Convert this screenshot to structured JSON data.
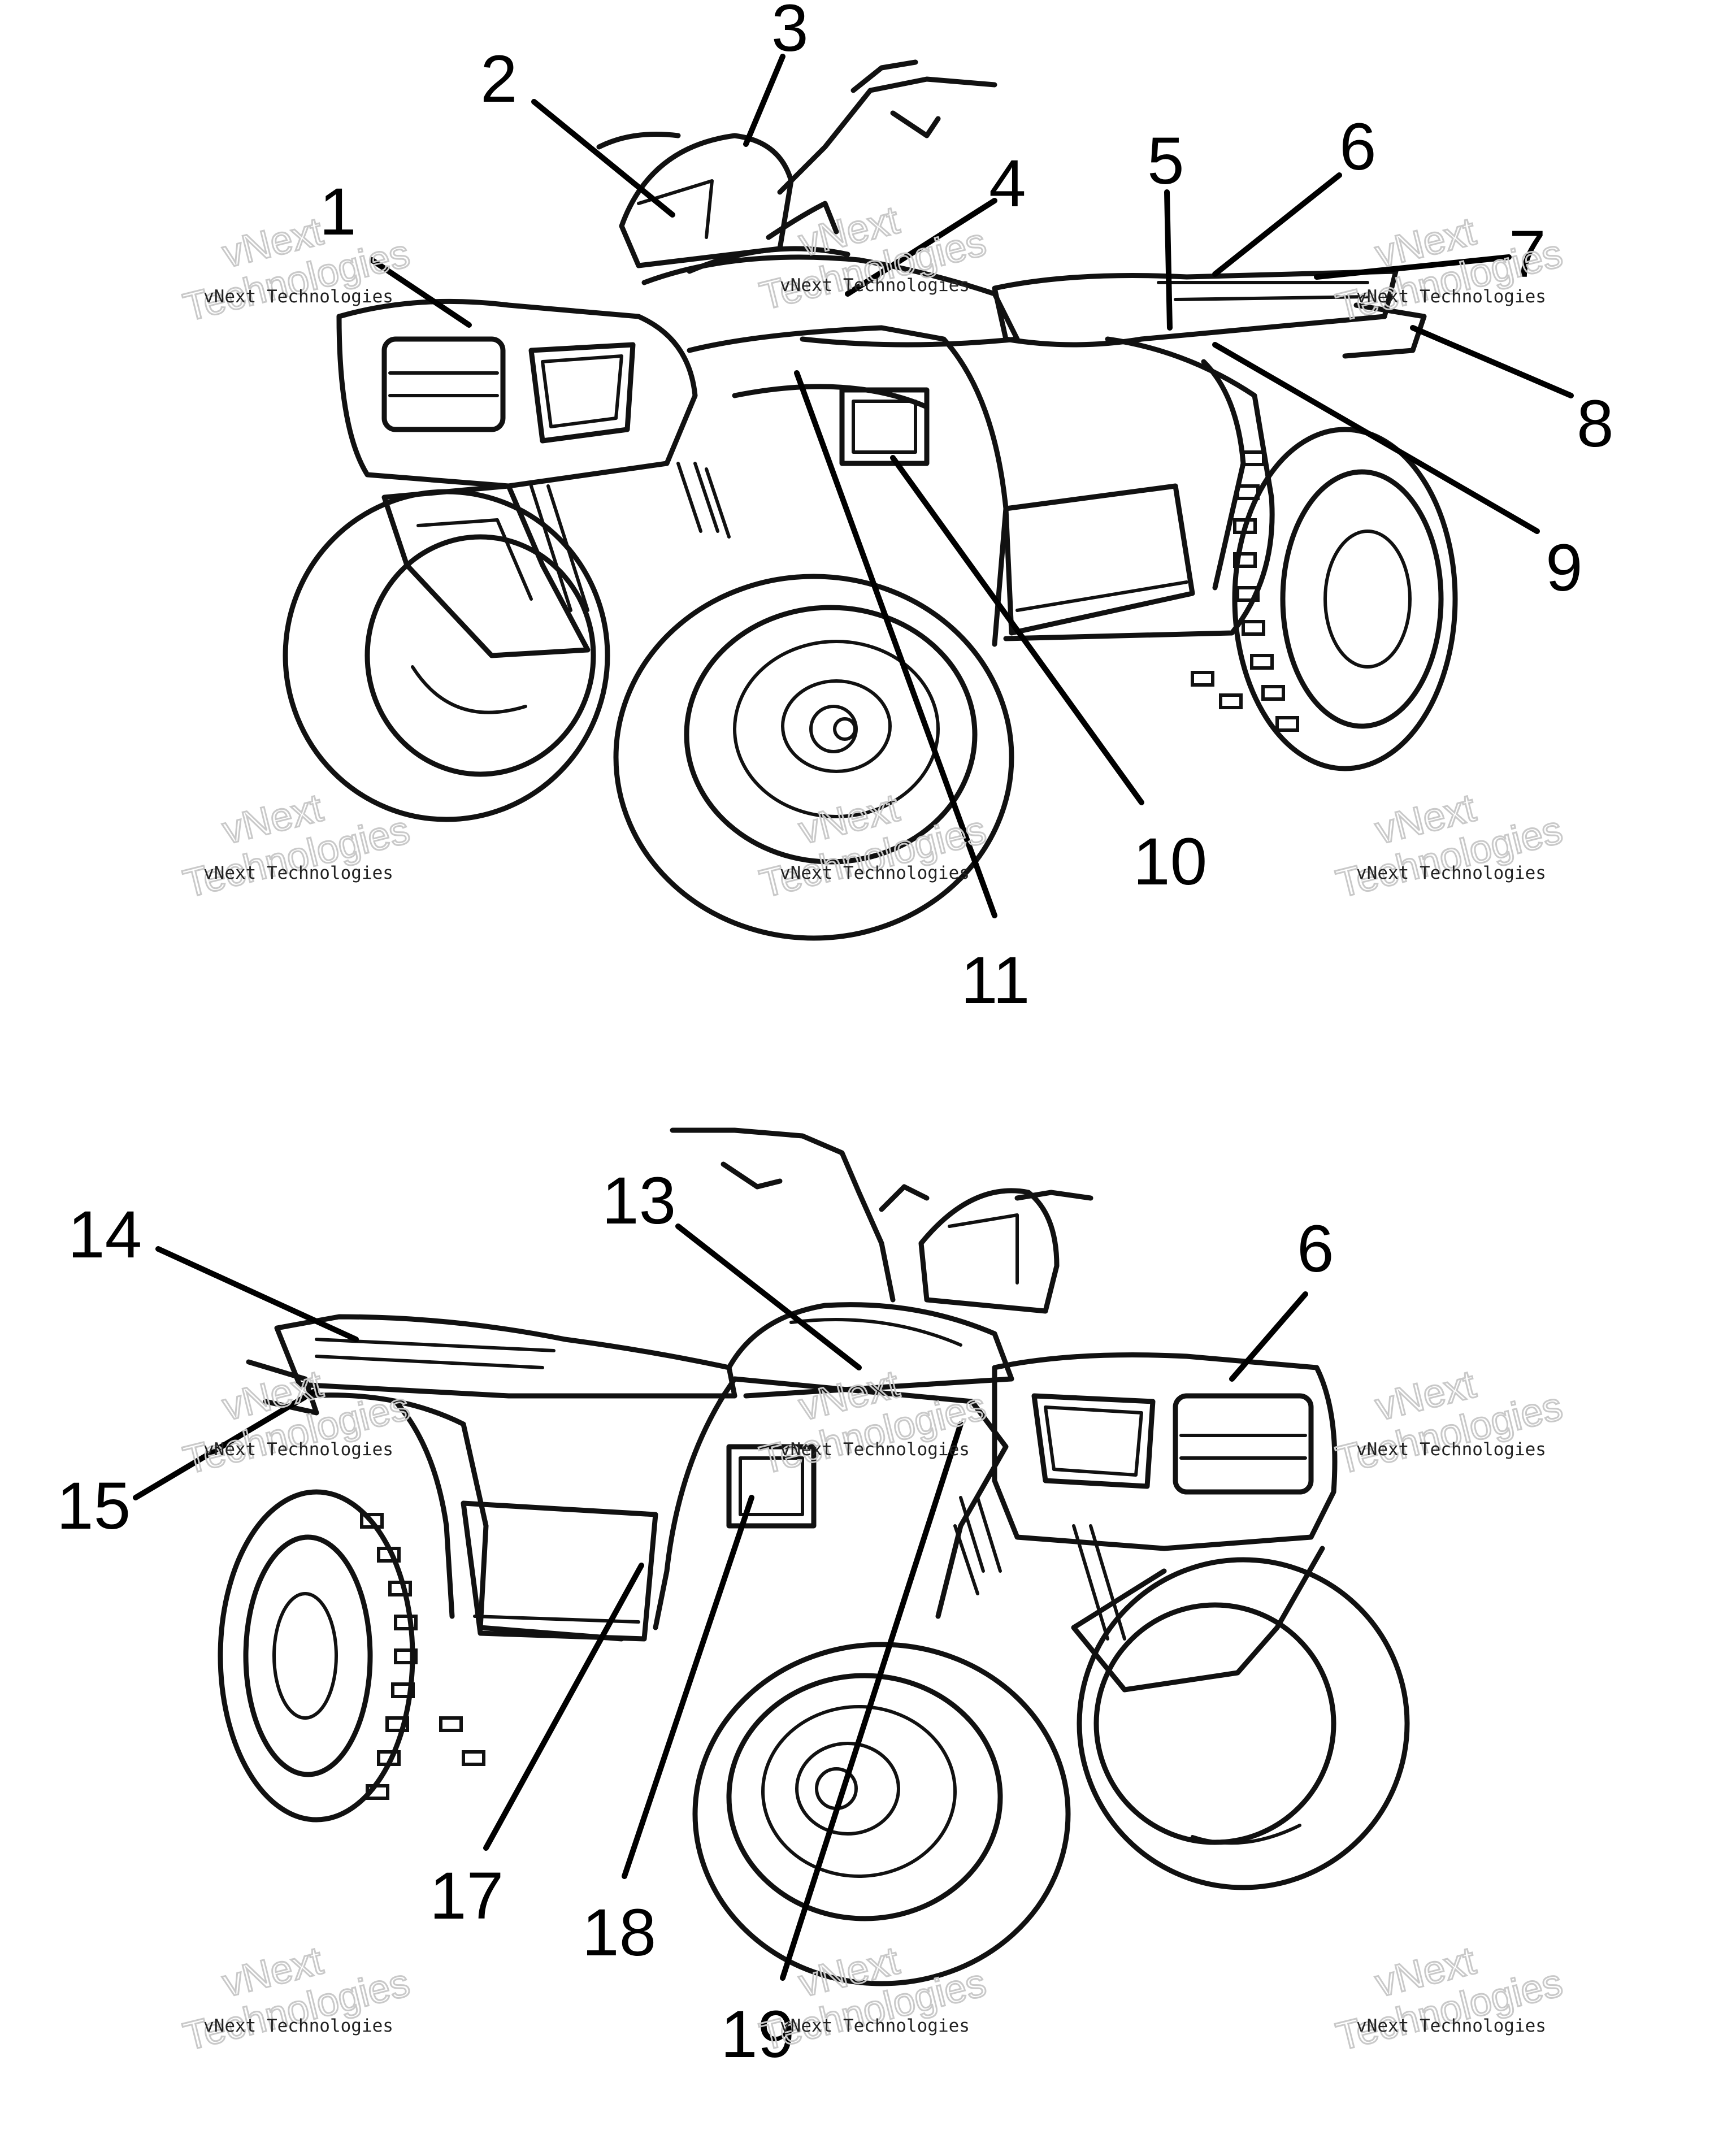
{
  "diagram": {
    "upper_view": {
      "callouts": [
        {
          "id": "c1",
          "label": "1"
        },
        {
          "id": "c2",
          "label": "2"
        },
        {
          "id": "c3",
          "label": "3"
        },
        {
          "id": "c4",
          "label": "4"
        },
        {
          "id": "c5",
          "label": "5"
        },
        {
          "id": "c6",
          "label": "6"
        },
        {
          "id": "c7",
          "label": "7"
        },
        {
          "id": "c8",
          "label": "8"
        },
        {
          "id": "c9",
          "label": "9"
        },
        {
          "id": "c10",
          "label": "10"
        },
        {
          "id": "c11",
          "label": "11"
        }
      ]
    },
    "lower_view": {
      "callouts": [
        {
          "id": "c13",
          "label": "13"
        },
        {
          "id": "c14",
          "label": "14"
        },
        {
          "id": "c15",
          "label": "15"
        },
        {
          "id": "c6b",
          "label": "6"
        },
        {
          "id": "c17",
          "label": "17"
        },
        {
          "id": "c18",
          "label": "18"
        },
        {
          "id": "c19",
          "label": "19"
        }
      ]
    }
  },
  "watermark": {
    "line1": "vNext Technologies",
    "line2": "vNext",
    "line3": "Technologies"
  }
}
